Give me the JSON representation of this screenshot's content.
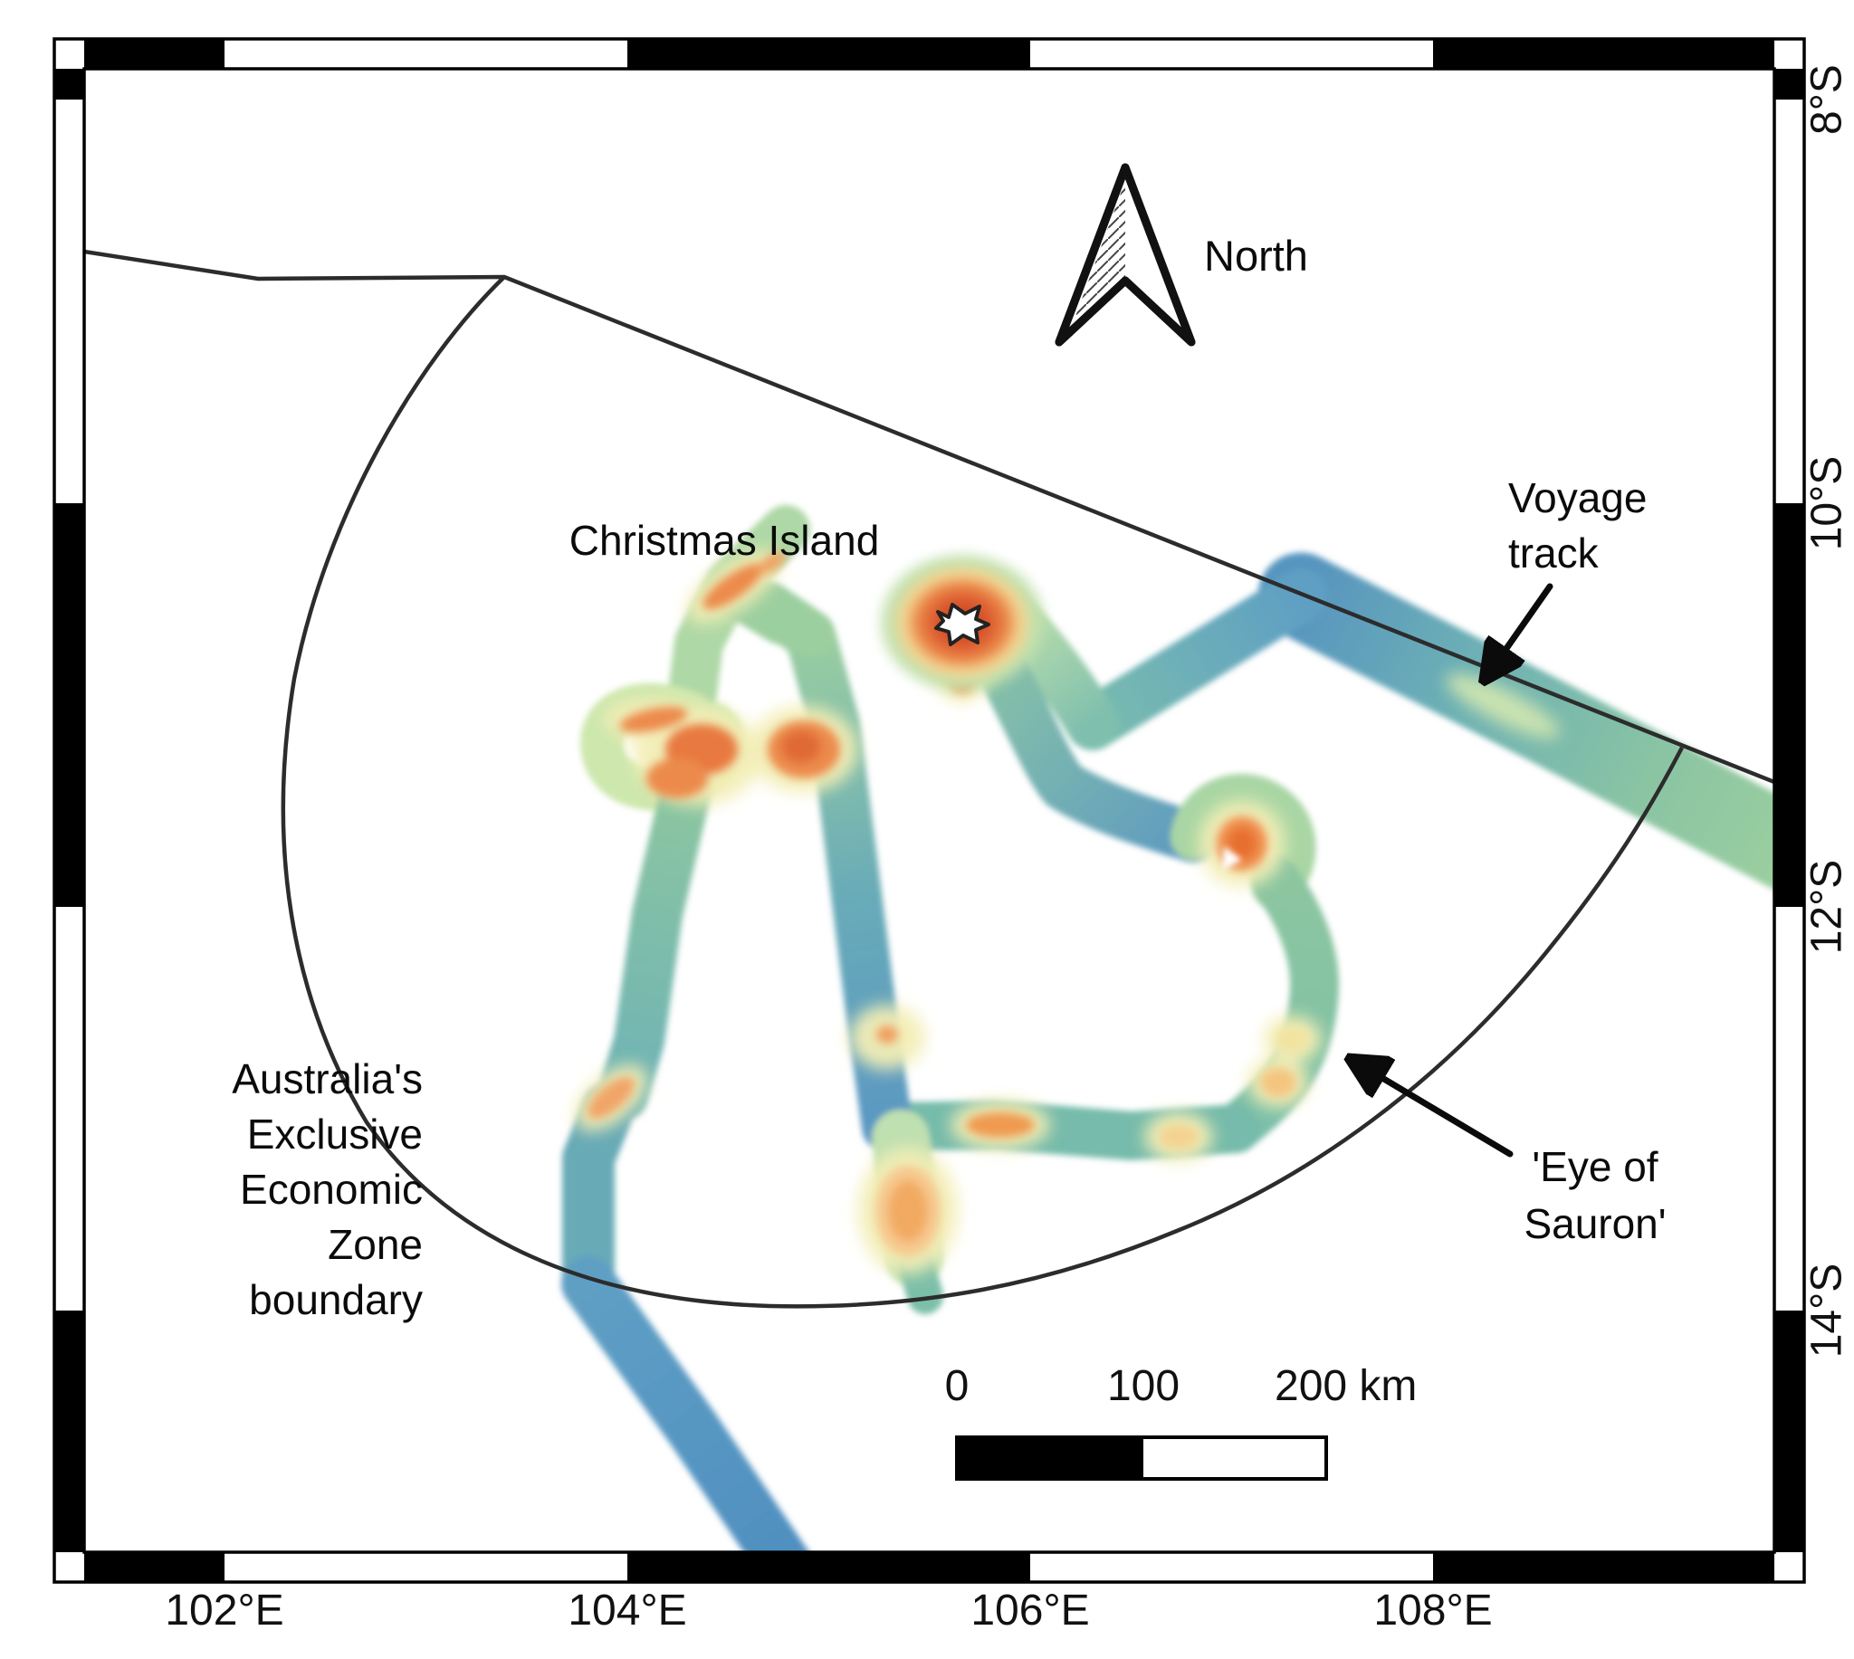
{
  "labels": {
    "christmas_island": "Christmas Island",
    "north": "North",
    "voyage_track": {
      "line1": "Voyage",
      "line2": "track"
    },
    "eye_of_sauron": {
      "line1": "'Eye of",
      "line2": "Sauron'"
    },
    "eez": {
      "line1": "Australia's",
      "line2": "Exclusive",
      "line3": "Economic",
      "line4": "Zone",
      "line5": "boundary"
    }
  },
  "axes": {
    "lon": [
      "102°E",
      "104°E",
      "106°E",
      "108°E"
    ],
    "lat": [
      "8°S",
      "10°S",
      "12°S",
      "14°S"
    ]
  },
  "scalebar": {
    "tick0": "0",
    "tick1": "100",
    "tick2": "200 km"
  },
  "legend_semantics": {
    "track_colormap": "bathymetry swath: deep=blue, mid=green, shallow=orange/red",
    "deep_color": "#4f8ec0",
    "teal_color": "#6fb3b5",
    "green_color": "#8cc6a0",
    "pale_color": "#f3eeb6",
    "shallow_color": "#e8793f",
    "reef_color": "#c33b1e",
    "boundary_color": "#2c2c2c"
  }
}
